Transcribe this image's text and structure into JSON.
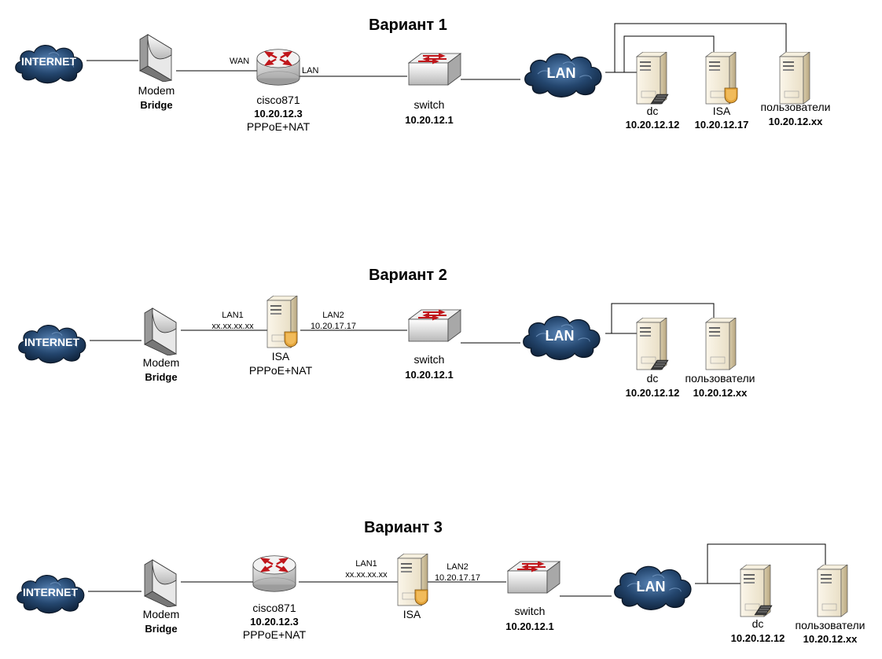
{
  "variants": [
    {
      "title": "Вариант 1",
      "internet": "INTERNET",
      "modem": {
        "name": "Modem",
        "mode": "Bridge"
      },
      "router": {
        "name": "cisco871",
        "ip": "10.20.12.3",
        "desc": "PPPoE+NAT",
        "wan_port": "WAN",
        "lan_port": "LAN"
      },
      "switch": {
        "name": "switch",
        "ip": "10.20.12.1"
      },
      "lan": "LAN",
      "servers": [
        {
          "name": "dc",
          "ip": "10.20.12.12"
        },
        {
          "name": "ISA",
          "ip": "10.20.12.17"
        },
        {
          "name": "пользователи",
          "ip": "10.20.12.xx"
        }
      ]
    },
    {
      "title": "Вариант 2",
      "internet": "INTERNET",
      "modem": {
        "name": "Modem",
        "mode": "Bridge"
      },
      "isa": {
        "name": "ISA",
        "desc": "PPPoE+NAT",
        "lan1": "LAN1",
        "lan1_ip": "xx.xx.xx.xx",
        "lan2": "LAN2",
        "lan2_ip": "10.20.17.17"
      },
      "switch": {
        "name": "switch",
        "ip": "10.20.12.1"
      },
      "lan": "LAN",
      "servers": [
        {
          "name": "dc",
          "ip": "10.20.12.12"
        },
        {
          "name": "пользователи",
          "ip": "10.20.12.xx"
        }
      ]
    },
    {
      "title": "Вариант 3",
      "internet": "INTERNET",
      "modem": {
        "name": "Modem",
        "mode": "Bridge"
      },
      "router": {
        "name": "cisco871",
        "ip": "10.20.12.3",
        "desc": "PPPoE+NAT"
      },
      "isa": {
        "name": "ISA",
        "lan1": "LAN1",
        "lan1_ip": "xx.xx.xx.xx",
        "lan2": "LAN2",
        "lan2_ip": "10.20.17.17"
      },
      "switch": {
        "name": "switch",
        "ip": "10.20.12.1"
      },
      "lan": "LAN",
      "servers": [
        {
          "name": "dc",
          "ip": "10.20.12.12"
        },
        {
          "name": "пользователи",
          "ip": "10.20.12.xx"
        }
      ]
    }
  ]
}
